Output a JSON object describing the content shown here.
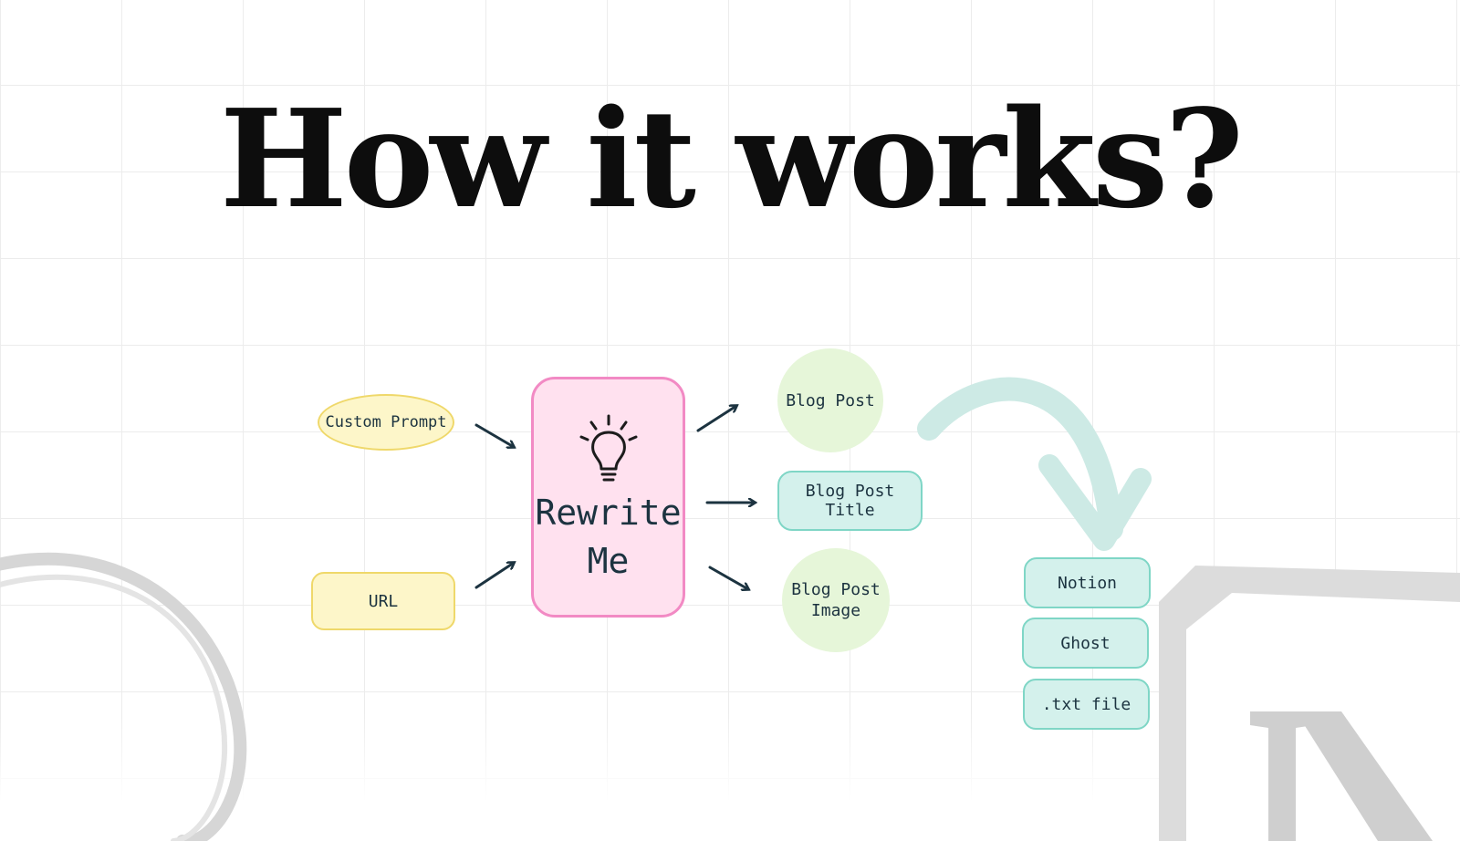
{
  "title": "How it works?",
  "inputs": {
    "custom_prompt": "Custom Prompt",
    "url": "URL"
  },
  "core": {
    "line1": "Rewrite",
    "line2": "Me"
  },
  "outputs": {
    "blog_post": "Blog Post",
    "blog_post_title": "Blog Post Title",
    "blog_post_image_line1": "Blog Post",
    "blog_post_image_line2": "Image"
  },
  "destinations": {
    "notion": "Notion",
    "ghost": "Ghost",
    "txt_file": ".txt file"
  },
  "colors": {
    "input_fill": "#fdf6c9",
    "core_fill": "#ffe1ef",
    "output_fill": "#e6f6d9",
    "destination_fill": "#d4f1ec",
    "arrow": "#1c3340"
  }
}
